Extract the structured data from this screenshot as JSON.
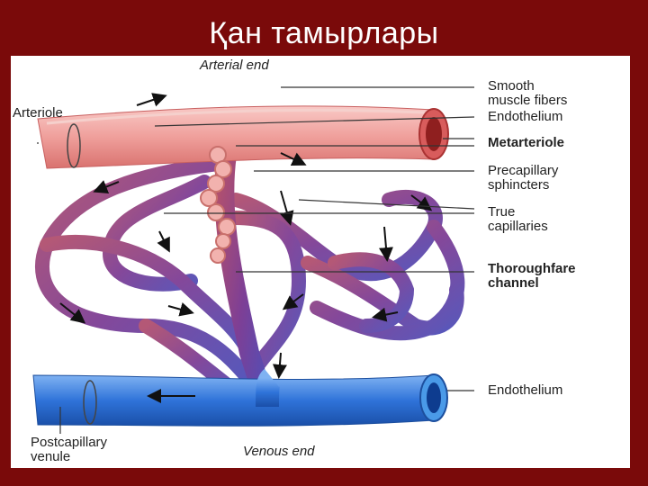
{
  "title": "Қан тамырлары",
  "labels": {
    "arterial_end": "Arterial end",
    "arteriole": "Arteriole",
    "smooth_muscle": "Smooth\nmuscle fibers",
    "endothelium_top": "Endothelium",
    "metarteriole": "Metarteriole",
    "precapillary": "Precapillary\nsphincters",
    "true_capillaries": "True\ncapillaries",
    "thoroughfare": "Thoroughfare\nchannel",
    "endothelium_bottom": "Endothelium",
    "postcapillary": "Postcapillary\nvenule",
    "venous_end": "Venous end"
  },
  "colors": {
    "background": "#7a0a0a",
    "artery": "#f2a3a3",
    "capillary": "#8a3a8c",
    "vein": "#2a6fd6"
  }
}
